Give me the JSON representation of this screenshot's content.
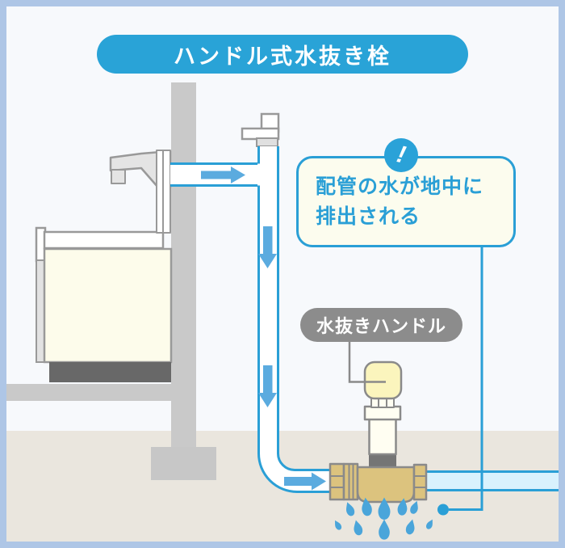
{
  "title": {
    "text": "ハンドル式水抜き栓"
  },
  "callout": {
    "icon_glyph": "!",
    "lines": [
      "配管の水が地中に",
      "排出される"
    ]
  },
  "label": {
    "text": "水抜きハンドル"
  },
  "colors": {
    "frame": "#aec6e6",
    "background": "#f7f9fc",
    "ground": "#eae6de",
    "accent_blue": "#2a9fd6",
    "title_bg": "#29a3d7",
    "arrow_blue": "#5babdf",
    "drop_blue": "#4aa5da",
    "supply_pipe_fill": "#d9f2fd",
    "brass": "#dcc37e",
    "handle_cream": "#fbf5bd",
    "ivory": "#fcfcee",
    "basin_cream": "#fdfceb",
    "label_gray": "#8c8c8c",
    "outline_gray": "#999999",
    "pillar_gray": "#c9c9c9",
    "base_dark": "#686868"
  }
}
